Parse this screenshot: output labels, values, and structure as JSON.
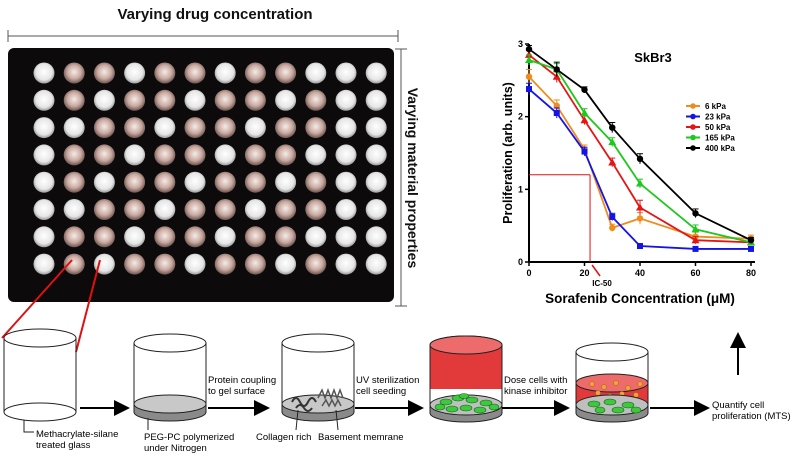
{
  "plate": {
    "top_label": "Varying drug concentration",
    "side_label": "Varying material properties",
    "rows": 8,
    "cols": 12
  },
  "workflow": {
    "steps": [
      {
        "label_lines": [
          "Methacrylate-silane",
          "treated glass"
        ]
      },
      {
        "label_lines": [
          "PEG-PC polymerized",
          "under Nitrogen"
        ]
      },
      {
        "label_lines": [
          "Collagen rich"
        ]
      },
      {
        "label_lines": [
          "Basement memrane"
        ]
      }
    ],
    "arrows": [
      {
        "label_lines": [
          "Protein coupling",
          "to gel surface"
        ]
      },
      {
        "label_lines": [
          "UV sterilization",
          "cell seeding"
        ]
      },
      {
        "label_lines": [
          "Dose cells with",
          "kinase inhibitor"
        ]
      },
      {
        "label_lines": [
          "Quantify cell",
          "proliferation (MTS)"
        ]
      }
    ]
  },
  "chart_data": {
    "type": "line",
    "title": "SkBr3",
    "xlabel": "Sorafenib Concentration (μM)",
    "ylabel": "Proliferation (arb. units)",
    "xlim": [
      0,
      80
    ],
    "ylim": [
      0,
      3
    ],
    "xticks": [
      0,
      20,
      40,
      60,
      80
    ],
    "yticks": [
      0,
      1,
      2,
      3
    ],
    "legend_position": "right",
    "annotation": {
      "label": "IC-50",
      "x": 22,
      "y": 1.2
    },
    "series": [
      {
        "name": "6 kPa",
        "color": "#f08c1e",
        "x": [
          0,
          10,
          20,
          30,
          40,
          60,
          80
        ],
        "y": [
          2.55,
          2.15,
          1.55,
          0.47,
          0.6,
          0.35,
          0.32
        ],
        "err": [
          0.1,
          0.08,
          0.06,
          0.05,
          0.08,
          0.06,
          0.05
        ]
      },
      {
        "name": "23 kPa",
        "color": "#1414e6",
        "x": [
          0,
          10,
          20,
          30,
          40,
          60,
          80
        ],
        "y": [
          2.38,
          2.05,
          1.52,
          0.62,
          0.22,
          0.18,
          0.18
        ],
        "err": [
          0.08,
          0.07,
          0.06,
          0.05,
          0.03,
          0.03,
          0.03
        ]
      },
      {
        "name": "50 kPa",
        "color": "#e61414",
        "x": [
          0,
          10,
          20,
          30,
          40,
          60,
          80
        ],
        "y": [
          2.85,
          2.55,
          1.95,
          1.37,
          0.75,
          0.3,
          0.27
        ],
        "err": [
          0.06,
          0.08,
          0.06,
          0.06,
          0.1,
          0.05,
          0.04
        ]
      },
      {
        "name": "165 kPa",
        "color": "#1ec81e",
        "x": [
          0,
          10,
          20,
          30,
          40,
          60,
          80
        ],
        "y": [
          2.78,
          2.65,
          2.05,
          1.65,
          1.08,
          0.45,
          0.27
        ],
        "err": [
          0.07,
          0.08,
          0.06,
          0.06,
          0.06,
          0.06,
          0.04
        ]
      },
      {
        "name": "400 kPa",
        "color": "#000000",
        "x": [
          0,
          10,
          20,
          30,
          40,
          60,
          80
        ],
        "y": [
          2.93,
          2.65,
          2.37,
          1.85,
          1.42,
          0.67,
          0.3
        ],
        "err": [
          0.05,
          0.1,
          0.04,
          0.07,
          0.07,
          0.06,
          0.04
        ]
      }
    ]
  }
}
